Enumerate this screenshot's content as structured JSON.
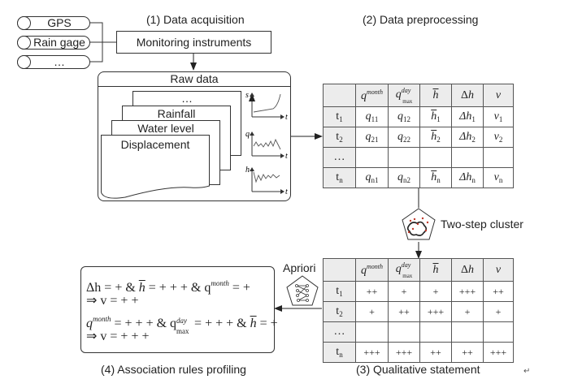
{
  "sections": {
    "acquisition": "(1) Data acquisition",
    "preprocessing": "(2) Data preprocessing",
    "qualitative": "(3) Qualitative statement",
    "association": "(4) Association rules profiling"
  },
  "sensors": [
    "GPS",
    "Rain gage",
    "…"
  ],
  "monitoring_box": "Monitoring  instruments",
  "raw_data": {
    "title": "Raw data",
    "layers": [
      "…",
      "Rainfall",
      "Water level",
      "Displacement"
    ],
    "mini_charts": [
      {
        "y_label": "s",
        "x_label": "t",
        "shape": "accelerating-curve"
      },
      {
        "y_label": "q",
        "x_label": "t",
        "shape": "fluctuating"
      },
      {
        "y_label": "h",
        "x_label": "t",
        "shape": "damped-oscillation"
      }
    ]
  },
  "table_columns": {
    "c1_base": "q",
    "c1_sup": "month",
    "c2_base": "q",
    "c2_sup": "day",
    "c2_sub": "max",
    "c3": "h",
    "c4_delta": "Δ",
    "c4_base": "h",
    "c5": "v"
  },
  "preprocessing_table": {
    "rows": [
      {
        "t": "t",
        "t_sub": "1",
        "cells": [
          [
            "q",
            "11"
          ],
          [
            "q",
            "12"
          ],
          [
            "h",
            "1"
          ],
          [
            "Δh",
            "1"
          ],
          [
            "v",
            "1"
          ]
        ]
      },
      {
        "t": "t",
        "t_sub": "2",
        "cells": [
          [
            "q",
            "21"
          ],
          [
            "q",
            "22"
          ],
          [
            "h",
            "2"
          ],
          [
            "Δh",
            "2"
          ],
          [
            "v",
            "2"
          ]
        ]
      },
      {
        "t": "…",
        "t_sub": "",
        "cells": [
          [
            "",
            ""
          ],
          [
            "",
            ""
          ],
          [
            "",
            ""
          ],
          [
            "",
            ""
          ],
          [
            "",
            ""
          ]
        ]
      },
      {
        "t": "t",
        "t_sub": "n",
        "cells": [
          [
            "q",
            "n1"
          ],
          [
            "q",
            "n2"
          ],
          [
            "h",
            "n"
          ],
          [
            "Δh",
            "n"
          ],
          [
            "v",
            "n"
          ]
        ]
      }
    ]
  },
  "cluster_label": "Two-step cluster",
  "apriori_label": "Apriori",
  "qualitative_table": {
    "rows": [
      {
        "t": "t",
        "t_sub": "1",
        "cells": [
          "++",
          "+",
          "+",
          "+++",
          "++"
        ]
      },
      {
        "t": "t",
        "t_sub": "2",
        "cells": [
          "+",
          "++",
          "+++",
          "+",
          "+"
        ]
      },
      {
        "t": "…",
        "t_sub": "",
        "cells": [
          "",
          "",
          "",
          "",
          ""
        ]
      },
      {
        "t": "t",
        "t_sub": "n",
        "cells": [
          "+++",
          "+++",
          "++",
          "++",
          "+++"
        ]
      }
    ]
  },
  "rules": {
    "r1_a": "Δh = + & ",
    "r1_b": "h",
    "r1_c": " = + + + & q",
    "r1_sup": "month",
    "r1_d": " = +",
    "r1_then": "⇒ v = + +",
    "r2_a": "q",
    "r2_sup": "month",
    "r2_b": " = + + + & q",
    "r2_sup2": "day",
    "r2_sub2": "max",
    "r2_c": " = + + + & ",
    "r2_d": "h",
    "r2_e": " = +",
    "r2_then": "⇒ v = + + +"
  },
  "return_mark": "↵"
}
